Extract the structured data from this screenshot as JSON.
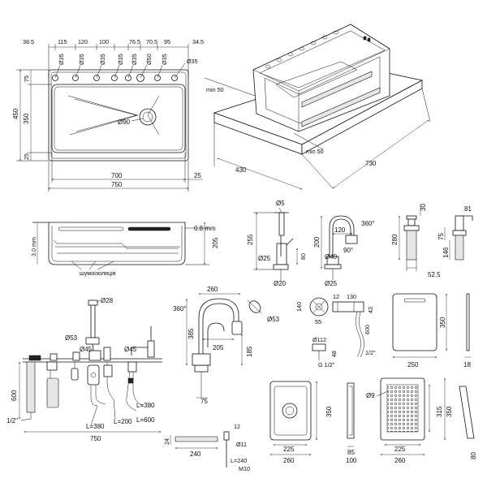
{
  "sink_top": {
    "top_dims": [
      "38.5",
      "115",
      "120",
      "100",
      "76.5",
      "70.5",
      "95",
      "34.5"
    ],
    "holes": [
      "Ø35",
      "Ø35",
      "Ø35",
      "Ø35",
      "Ø35",
      "Ø50",
      "Ø35",
      "Ø35"
    ],
    "left_dims": [
      "450",
      "75",
      "350",
      "25"
    ],
    "drain": "Ø90",
    "bottom_inner": "700",
    "bottom_right": "25",
    "bottom_total": "750"
  },
  "sink_iso": {
    "min_top": "min 50",
    "min_bottom": "min 50",
    "depth": "430",
    "width": "730"
  },
  "sink_section": {
    "thickness": "3.0 mm",
    "sheet": "0.8 mm",
    "depth": "205",
    "insulation": "шумоізоляція"
  },
  "faucet1": {
    "d_top": "Ø5",
    "h_total": "255",
    "d_base": "Ø25",
    "h_base": "80",
    "d_bottom": "Ø20"
  },
  "faucet2": {
    "angle": "360°",
    "w": "120",
    "h": "200",
    "d_base": "Ø40",
    "angle2": "90°",
    "d_bottom": "Ø25"
  },
  "dispenser1": {
    "top": "30",
    "h": "280",
    "w": "52.5"
  },
  "dispenser2": {
    "top": "81",
    "h1": "75",
    "h2": "146"
  },
  "kit": {
    "d_top": "Ø28",
    "d_left": "Ø53",
    "d_mid1": "Ø45",
    "d_mid2": "Ø45",
    "h_left": "600",
    "w_bottom": "750",
    "pipe": "1/2\"",
    "l380a": "L=380",
    "l200": "L=200",
    "l380b": "L=380",
    "l600": "L=600"
  },
  "faucet3": {
    "w_top": "260",
    "angle": "360°",
    "h": "385",
    "reach": "205",
    "h2": "185",
    "d_sprayer": "Ø53",
    "base": "75"
  },
  "disposal": {
    "a": "130",
    "b": "140",
    "c": "55",
    "d": "43",
    "e": "600",
    "f": "Ø112",
    "g": "48",
    "h": "12",
    "thread": "G 1/2\"",
    "pipe": "1/2\""
  },
  "board": {
    "h": "350",
    "w": "250",
    "t": "18"
  },
  "bowl": {
    "h": "350",
    "w1": "225",
    "w2": "260",
    "side": "100",
    "depth": "85"
  },
  "colander": {
    "hole": "Ø9",
    "h1": "315",
    "h2": "350",
    "w1": "225",
    "w2": "260",
    "side": "80"
  },
  "soap_holder": {
    "h": "24",
    "w": "240"
  },
  "knob": {
    "t": "12",
    "d": "Ø11",
    "len": "L=240",
    "thread": "M10"
  }
}
